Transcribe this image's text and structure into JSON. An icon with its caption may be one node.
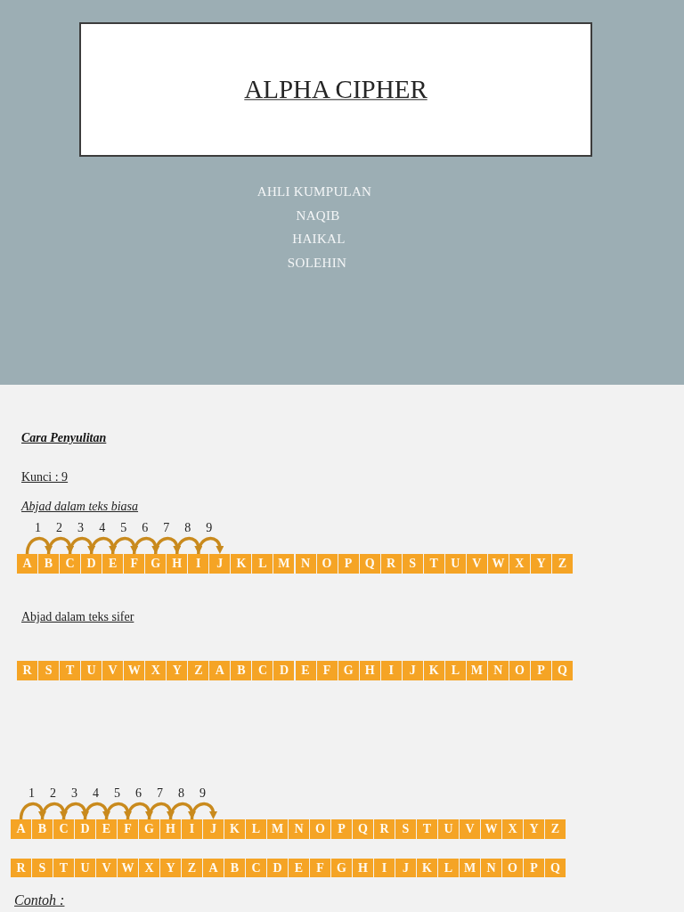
{
  "diagram": {
    "title": "ALPHA CIPHER",
    "nodes": [
      {
        "text": [
          "A"
        ]
      },
      {
        "text": [
          "B"
        ]
      },
      {
        "text": [
          "C"
        ]
      },
      {
        "text": [
          "D"
        ]
      },
      {
        "text": [
          "E"
        ]
      },
      {
        "text": [
          "F"
        ]
      },
      {
        "text": [
          "G"
        ]
      },
      {
        "text": [
          "H"
        ]
      },
      {
        "text": [
          "I"
        ]
      },
      {
        "text": [
          "J"
        ]
      },
      {
        "text": [
          "K"
        ]
      },
      {
        "text": [
          "L"
        ]
      },
      {
        "text": [
          "M"
        ]
      },
      {
        "text": [
          "N"
        ]
      },
      {
        "text": [
          "O"
        ]
      },
      {
        "text": [
          "P"
        ]
      },
      {
        "text": [
          "Q"
        ]
      },
      {
        "text": [
          "R"
        ]
      },
      {
        "text": [
          "S"
        ]
      },
      {
        "text": [
          "T"
        ]
      },
      {
        "text": [
          "U"
        ]
      },
      {
        "text": [
          "V"
        ]
      },
      {
        "text": [
          "W"
        ]
      },
      {
        "text": [
          "X"
        ]
      },
      {
        "text": [
          "Y"
        ]
      },
      {
        "text": [
          "Z"
        ]
      },
      {
        "text": [
          "R"
        ]
      },
      {
        "text": [
          "S"
        ]
      },
      {
        "text": [
          "T"
        ]
      },
      {
        "text": [
          "U"
        ]
      },
      {
        "text": [
          "V"
        ]
      },
      {
        "text": [
          "W"
        ]
      },
      {
        "text": [
          "X"
        ]
      },
      {
        "text": [
          "Y"
        ]
      },
      {
        "text": [
          "Z"
        ]
      },
      {
        "text": [
          "A"
        ]
      },
      {
        "text": [
          "B"
        ]
      },
      {
        "text": [
          "C"
        ]
      },
      {
        "text": [
          "D"
        ]
      },
      {
        "text": [
          "E"
        ]
      },
      {
        "text": [
          "F"
        ]
      },
      {
        "text": [
          "G"
        ]
      },
      {
        "text": [
          "H"
        ]
      },
      {
        "text": [
          "I"
        ]
      },
      {
        "text": [
          "J"
        ]
      },
      {
        "text": [
          "K"
        ]
      },
      {
        "text": [
          "L"
        ]
      },
      {
        "text": [
          "M"
        ]
      },
      {
        "text": [
          "N"
        ]
      },
      {
        "text": [
          "O"
        ]
      },
      {
        "text": [
          "P"
        ]
      },
      {
        "text": [
          "Q"
        ]
      },
      {
        "text": [
          "A"
        ]
      },
      {
        "text": [
          "B"
        ]
      },
      {
        "text": [
          "C"
        ]
      },
      {
        "text": [
          "D"
        ]
      },
      {
        "text": [
          "E"
        ]
      },
      {
        "text": [
          "F"
        ]
      },
      {
        "text": [
          "G"
        ]
      },
      {
        "text": [
          "H"
        ]
      },
      {
        "text": [
          "I"
        ]
      },
      {
        "text": [
          "J"
        ]
      },
      {
        "text": [
          "K"
        ]
      },
      {
        "text": [
          "L"
        ]
      },
      {
        "text": [
          "M"
        ]
      },
      {
        "text": [
          "N"
        ]
      },
      {
        "text": [
          "O"
        ]
      },
      {
        "text": [
          "P"
        ]
      },
      {
        "text": [
          "Q"
        ]
      },
      {
        "text": [
          "R"
        ]
      },
      {
        "text": [
          "S"
        ]
      },
      {
        "text": [
          "T"
        ]
      },
      {
        "text": [
          "U"
        ]
      },
      {
        "text": [
          "V"
        ]
      },
      {
        "text": [
          "W"
        ]
      },
      {
        "text": [
          "X"
        ]
      },
      {
        "text": [
          "Y"
        ]
      },
      {
        "text": [
          "Z"
        ]
      },
      {
        "text": [
          "R"
        ]
      },
      {
        "text": [
          "S"
        ]
      },
      {
        "text": [
          "T"
        ]
      },
      {
        "text": [
          "U"
        ]
      },
      {
        "text": [
          "V"
        ]
      },
      {
        "text": [
          "W"
        ]
      },
      {
        "text": [
          "X"
        ]
      },
      {
        "text": [
          "Y"
        ]
      },
      {
        "text": [
          "Z"
        ]
      },
      {
        "text": [
          "A"
        ]
      },
      {
        "text": [
          "B"
        ]
      },
      {
        "text": [
          "C"
        ]
      },
      {
        "text": [
          "D"
        ]
      },
      {
        "text": [
          "E"
        ]
      },
      {
        "text": [
          "F"
        ]
      },
      {
        "text": [
          "G"
        ]
      },
      {
        "text": [
          "H"
        ]
      },
      {
        "text": [
          "I"
        ]
      },
      {
        "text": [
          "J"
        ]
      },
      {
        "text": [
          "K"
        ]
      },
      {
        "text": [
          "L"
        ]
      },
      {
        "text": [
          "M"
        ]
      },
      {
        "text": [
          "N"
        ]
      },
      {
        "text": [
          "O"
        ]
      },
      {
        "text": [
          "P"
        ]
      },
      {
        "text": [
          "Q"
        ]
      }
    ],
    "edges": [
      {
        "from": 0,
        "to": 1,
        "arrow": "to",
        "label": "1"
      },
      {
        "from": 1,
        "to": 2,
        "arrow": "to",
        "label": "2"
      },
      {
        "from": 2,
        "to": 3,
        "arrow": "to",
        "label": "3"
      },
      {
        "from": 3,
        "to": 4,
        "arrow": "to",
        "label": "4"
      },
      {
        "from": 4,
        "to": 5,
        "arrow": "to",
        "label": "5"
      },
      {
        "from": 5,
        "to": 6,
        "arrow": "to",
        "label": "6"
      },
      {
        "from": 6,
        "to": 7,
        "arrow": "to",
        "label": "7"
      },
      {
        "from": 7,
        "to": 8,
        "arrow": "to",
        "label": "8"
      },
      {
        "from": 8,
        "to": 9,
        "arrow": "to",
        "label": "9"
      },
      {
        "from": 52,
        "to": 53,
        "arrow": "to",
        "label": "1"
      },
      {
        "from": 53,
        "to": 54,
        "arrow": "to",
        "label": "2"
      },
      {
        "from": 54,
        "to": 55,
        "arrow": "to",
        "label": "3"
      },
      {
        "from": 55,
        "to": 56,
        "arrow": "to",
        "label": "4"
      },
      {
        "from": 56,
        "to": 57,
        "arrow": "to",
        "label": "5"
      },
      {
        "from": 57,
        "to": 58,
        "arrow": "to",
        "label": "6"
      },
      {
        "from": 58,
        "to": 59,
        "arrow": "to",
        "label": "7"
      },
      {
        "from": 59,
        "to": 60,
        "arrow": "to",
        "label": "8"
      },
      {
        "from": 60,
        "to": 61,
        "arrow": "to",
        "label": "9"
      }
    ],
    "labels": [
      "AHLI KUMPULAN",
      "NAQIB",
      "HAIKAL",
      "SOLEHIN",
      "Cara Penyulitan",
      "Kunci : 9",
      "Abjad dalam teks biasa",
      "Abjad dalam teks sifer",
      "Contoh :"
    ]
  }
}
